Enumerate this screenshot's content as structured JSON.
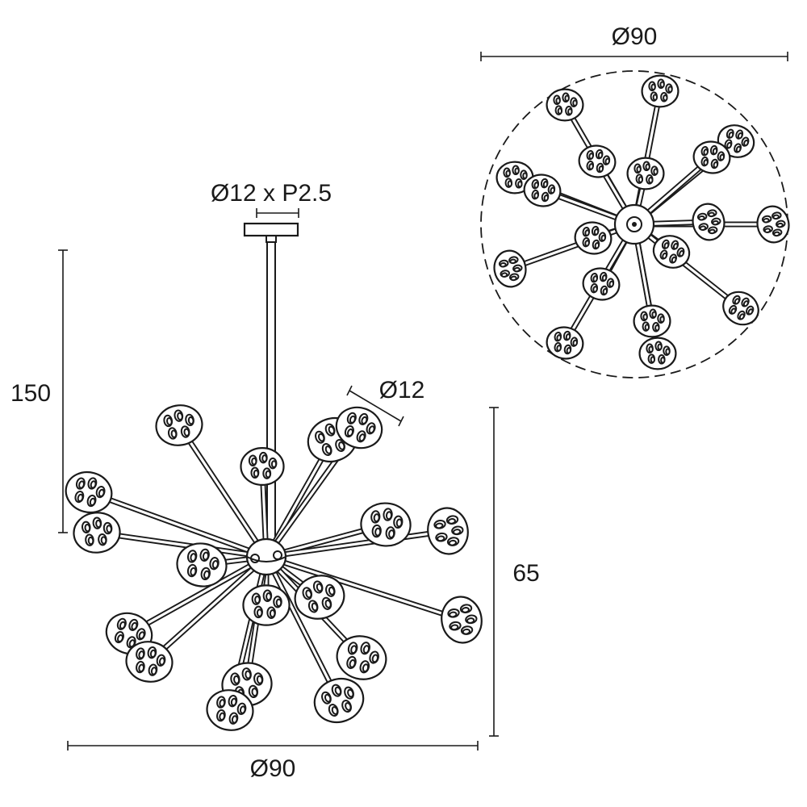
{
  "title": "",
  "dimensions": {
    "canopy_thread": "Ø12 x P2.5",
    "drop_height": "150",
    "globe_diameter": "Ø12",
    "body_height": "65",
    "side_width": "Ø90",
    "top_width": "Ø90"
  },
  "views": [
    "side",
    "top"
  ]
}
